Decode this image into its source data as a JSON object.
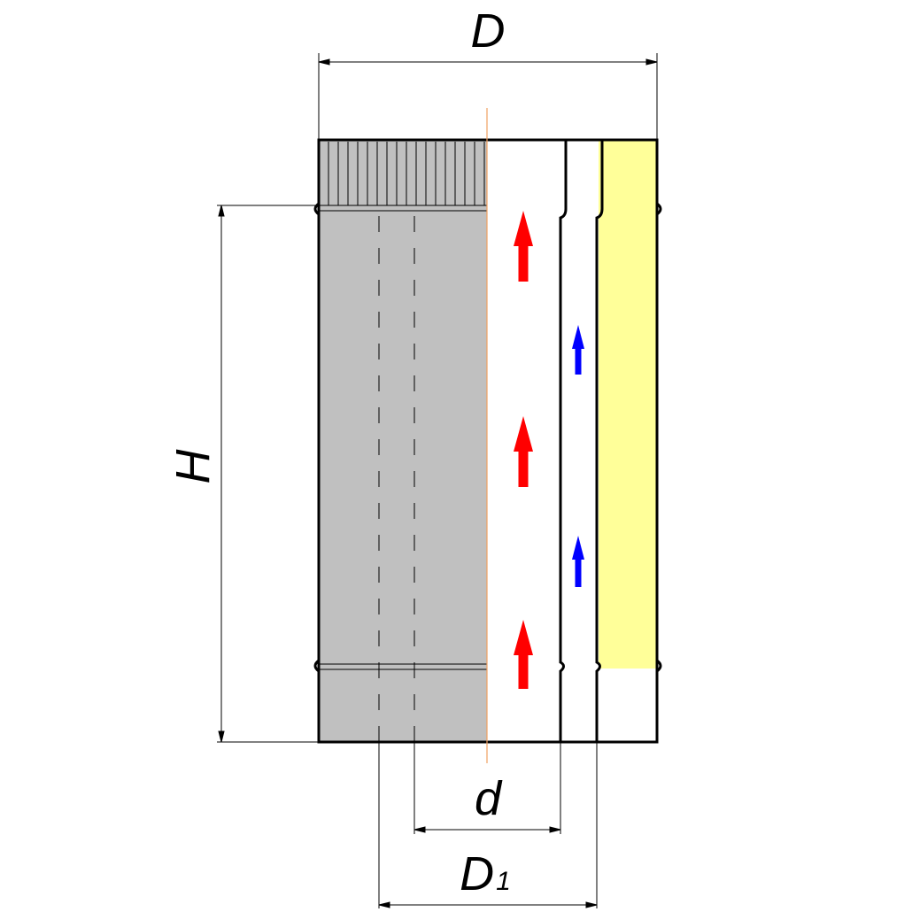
{
  "labels": {
    "outer_diameter": "D",
    "height": "H",
    "inner_diameter": "d",
    "mid_diameter": "D",
    "mid_diameter_subscript": "1"
  },
  "colors": {
    "pipe_shade": "#c0c0c0",
    "insulation": "#ffff99",
    "flue_arrow": "#ff0000",
    "air_arrow": "#0000ff",
    "center_line": "#f0a060"
  }
}
